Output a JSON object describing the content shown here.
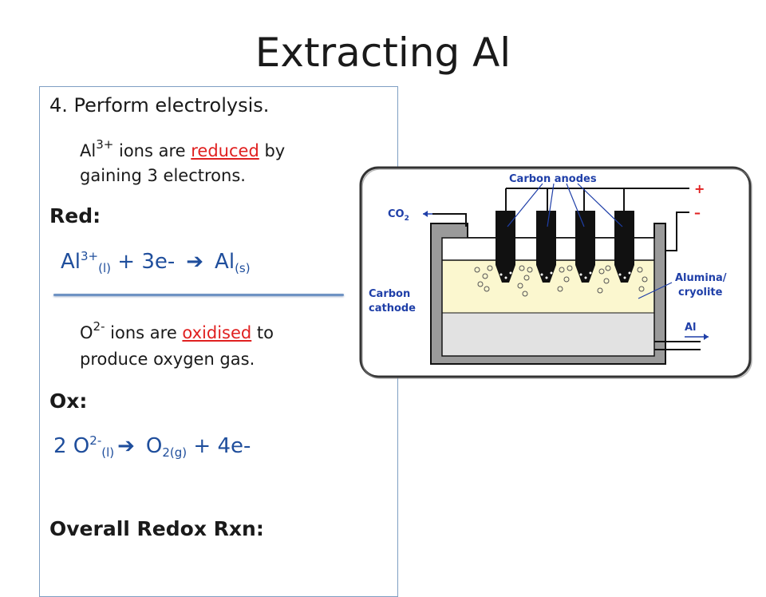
{
  "title": "Extracting Al",
  "step": "4.  Perform electrolysis.",
  "reduction": {
    "line1_ion": "Al",
    "line1_charge": "3+",
    "line1_pre": " ions are ",
    "line1_key": "reduced",
    "line1_post": " by",
    "line2": "gaining 3 electrons.",
    "heading": "Red:",
    "eq": {
      "reactant": "Al",
      "r_charge": "3+",
      "r_state": "(l)",
      "mid": " + 3e-",
      "arrow": "➔",
      "product": "Al",
      "p_state": "(s)"
    }
  },
  "oxidation": {
    "line1_ion": "O",
    "line1_charge": "2-",
    "line1_pre": " ions are ",
    "line1_key": "oxidised",
    "line1_post": " to",
    "line2": "produce oxygen gas.",
    "heading": "Ox:",
    "eq": {
      "coef": "2 O",
      "r_charge": "2-",
      "r_state": "(l)",
      "arrow": "➔",
      "product": "O",
      "p_state": "2(g)",
      "tail": " + 4e-"
    }
  },
  "overall_heading": "Overall Redox Rxn:",
  "diagram": {
    "label_anodes": "Carbon anodes",
    "label_plus": "+",
    "label_minus": "–",
    "label_co2": "CO",
    "label_co2_sub": "2",
    "label_cathode_1": "Carbon",
    "label_cathode_2": "cathode",
    "label_alumina_1": "Alumina/",
    "label_alumina_2": "cryolite",
    "label_al": "Al",
    "colors": {
      "outline": "#111111",
      "electrolyte": "#fbf7cf",
      "molten": "#e2e2e2",
      "cell": "#9a9a9a",
      "label": "#1f3fa8"
    }
  }
}
